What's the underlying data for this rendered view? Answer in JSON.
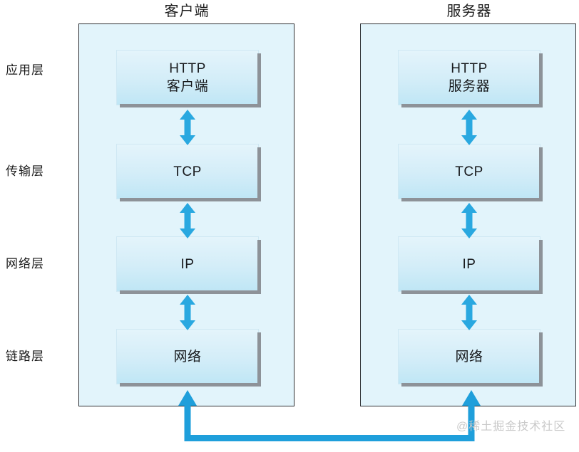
{
  "diagram": {
    "title_client": "客户端",
    "title_server": "服务器",
    "watermark": "@稀土掘金技术社区",
    "colors": {
      "panel_fill": "#e2f4fb",
      "panel_border": "#2d2f33",
      "box_fill_top": "#e4f4fb",
      "box_fill_bottom": "#bfe6f5",
      "box_shadow": "#8d9298",
      "arrow_blue": "#29a8e0",
      "text": "#1c1c1c",
      "watermark": "#c9c9c9"
    }
  },
  "layers": [
    {
      "label": "应用层",
      "client_line1": "HTTP",
      "client_line2": "客户端",
      "server_line1": "HTTP",
      "server_line2": "服务器"
    },
    {
      "label": "传输层",
      "client_line1": "TCP",
      "client_line2": "",
      "server_line1": "TCP",
      "server_line2": ""
    },
    {
      "label": "网络层",
      "client_line1": "IP",
      "client_line2": "",
      "server_line1": "IP",
      "server_line2": ""
    },
    {
      "label": "链路层",
      "client_line1": "网络",
      "client_line2": "",
      "server_line1": "网络",
      "server_line2": ""
    }
  ],
  "arrows": {
    "vertical_pairs": [
      {
        "between": "应用层-传输层",
        "direction": "bidirectional"
      },
      {
        "between": "传输层-网络层",
        "direction": "bidirectional"
      },
      {
        "between": "网络层-链路层",
        "direction": "bidirectional"
      }
    ],
    "physical_link": {
      "shape": "u-connector",
      "direction": "bidirectional",
      "from": "客户端链路层",
      "to": "服务器链路层"
    }
  }
}
